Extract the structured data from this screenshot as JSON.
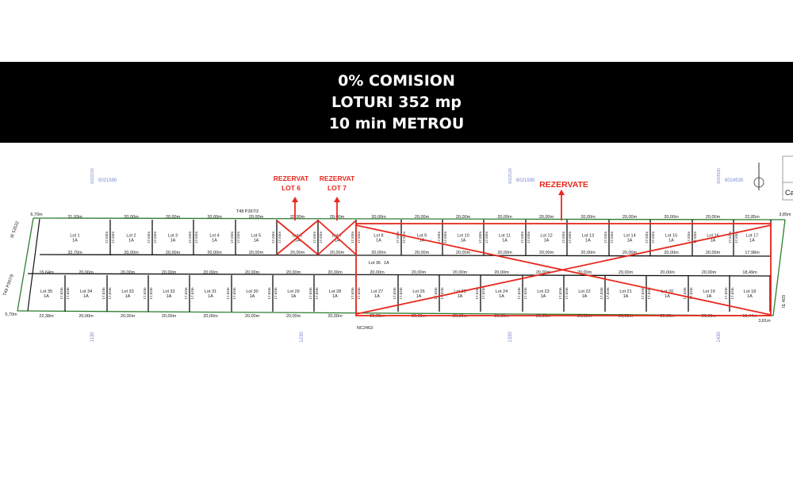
{
  "banner": {
    "line1": "0% COMISION",
    "line2": "LOTURI 352 mp",
    "line3": "10 min METROU"
  },
  "annotations": {
    "reserved_lot6": [
      "REZERVAT",
      "LOT 6"
    ],
    "reserved_lot7": [
      "REZERVAT",
      "LOT 7"
    ],
    "reserved_group": "REZERVATE",
    "color": "#e8281e"
  },
  "plan": {
    "top_road_label": "T48 P397/2",
    "bottom_label": "NC2463",
    "left_label": "T49 P397/8",
    "left_label2": "IE 53532",
    "right_label": "IE 403",
    "legend_partial": "Ca",
    "grid_labels": [
      "5021590",
      "1130",
      "1230",
      "1330",
      "1430",
      "6021590",
      "6022130",
      "6024530"
    ],
    "area_label": "1A",
    "top_row": [
      {
        "lot": "Lot 1",
        "top": "31,93m",
        "bottom": "32,70m"
      },
      {
        "lot": "Lot 2",
        "top": "20,00m",
        "bottom": "20,00m"
      },
      {
        "lot": "Lot 3",
        "top": "20,00m",
        "bottom": "20,00m"
      },
      {
        "lot": "Lot 4",
        "top": "20,00m",
        "bottom": "20,00m"
      },
      {
        "lot": "Lot 5",
        "top": "20,00m",
        "bottom": "20,00m"
      },
      {
        "lot": "Lot 6",
        "top": "20,00m",
        "bottom": "20,00m"
      },
      {
        "lot": "Lot 7",
        "top": "20,00m",
        "bottom": "20,00m"
      },
      {
        "lot": "Lot 8",
        "top": "20,00m",
        "bottom": "20,00m"
      },
      {
        "lot": "Lot 9",
        "top": "20,00m",
        "bottom": "20,00m"
      },
      {
        "lot": "Lot 10",
        "top": "20,00m",
        "bottom": "20,00m"
      },
      {
        "lot": "Lot 11",
        "top": "20,00m",
        "bottom": "20,00m"
      },
      {
        "lot": "Lot 12",
        "top": "20,00m",
        "bottom": "20,00m"
      },
      {
        "lot": "Lot 13",
        "top": "20,00m",
        "bottom": "20,00m"
      },
      {
        "lot": "Lot 14",
        "top": "20,00m",
        "bottom": "20,00m"
      },
      {
        "lot": "Lot 15",
        "top": "20,00m",
        "bottom": "20,00m"
      },
      {
        "lot": "Lot 16",
        "top": "20,00m",
        "bottom": "20,00m"
      },
      {
        "lot": "Lot 17",
        "top": "22,85m",
        "bottom": "17,98m"
      }
    ],
    "bottom_row": [
      {
        "lot": "Lot 35",
        "top": "15,64m",
        "bottom": "22,38m"
      },
      {
        "lot": "Lot 34",
        "top": "20,00m",
        "bottom": "20,00m"
      },
      {
        "lot": "Lot 33",
        "top": "20,00m",
        "bottom": "20,00m"
      },
      {
        "lot": "Lot 32",
        "top": "20,00m",
        "bottom": "20,00m"
      },
      {
        "lot": "Lot 31",
        "top": "20,00m",
        "bottom": "20,00m"
      },
      {
        "lot": "Lot 30",
        "top": "20,00m",
        "bottom": "20,00m"
      },
      {
        "lot": "Lot 29",
        "top": "20,00m",
        "bottom": "20,00m"
      },
      {
        "lot": "Lot 28",
        "top": "20,00m",
        "bottom": "20,00m"
      },
      {
        "lot": "Lot 27",
        "top": "20,00m",
        "bottom": "20,00m"
      },
      {
        "lot": "Lot 26",
        "top": "20,00m",
        "bottom": "20,00m"
      },
      {
        "lot": "Lot 25",
        "top": "20,00m",
        "bottom": "20,00m"
      },
      {
        "lot": "Lot 24",
        "top": "20,00m",
        "bottom": "20,00m"
      },
      {
        "lot": "Lot 23",
        "top": "20,00m",
        "bottom": "20,00m"
      },
      {
        "lot": "Lot 22",
        "top": "20,00m",
        "bottom": "20,00m"
      },
      {
        "lot": "Lot 21",
        "top": "20,00m",
        "bottom": "20,00m"
      },
      {
        "lot": "Lot 20",
        "top": "20,00m",
        "bottom": "20,00m"
      },
      {
        "lot": "Lot 19",
        "top": "20,00m",
        "bottom": "20,00m"
      },
      {
        "lot": "Lot 18",
        "top": "18,49m",
        "bottom": "19,44m"
      }
    ],
    "side_dim": "17,62m",
    "road_lot": "Lot 36",
    "edge_dims": [
      "6,70m",
      "5,70m",
      "3,85m",
      "3,81m"
    ]
  }
}
